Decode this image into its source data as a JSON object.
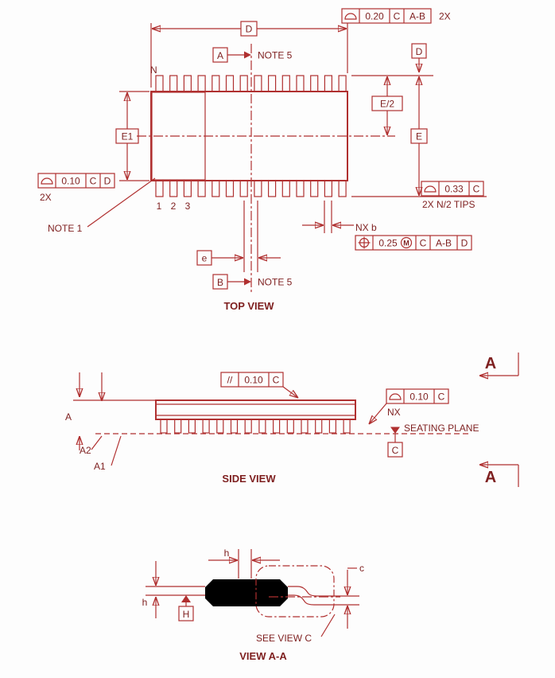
{
  "colors": {
    "line": "#b03030",
    "text": "#7e1f1f"
  },
  "top": {
    "title": "TOP VIEW",
    "n": "N",
    "pins": [
      "1",
      "2",
      "3"
    ],
    "note1": "NOTE 1",
    "note5a": "NOTE 5",
    "note5b": "NOTE 5",
    "dimD": "D",
    "datumA": "A",
    "datumB": "B",
    "datumD": "D",
    "e1": "E1",
    "eHalf": "E/2",
    "E": "E",
    "e": "e",
    "nxb": "NX b",
    "fcfTop": {
      "sym": "profile-of-surface",
      "tol": "0.20",
      "d1": "C",
      "d2": "A-B",
      "qty": "2X"
    },
    "fcfLeft": {
      "sym": "profile-of-surface",
      "tol": "0.10",
      "d1": "C",
      "d2": "D",
      "qty": "2X"
    },
    "fcfTips": {
      "sym": "profile-of-surface",
      "tol": "0.33",
      "d1": "C",
      "qty": "2X N/2 TIPS"
    },
    "fcfPos": {
      "sym": "true-position",
      "tol": "0.25",
      "mod": "M",
      "d1": "C",
      "d2": "A-B",
      "d3": "D"
    }
  },
  "side": {
    "title": "SIDE VIEW",
    "fcfPar": {
      "sym": "//",
      "tol": "0.10",
      "d1": "C"
    },
    "fcfProf": {
      "sym": "profile-of-surface",
      "tol": "0.10",
      "d1": "C",
      "qty": "NX"
    },
    "A": "A",
    "A2": "A2",
    "A1": "A1",
    "seating": "SEATING PLANE",
    "datumC": "C",
    "secTop": "A",
    "secBottom": "A"
  },
  "aa": {
    "title": "VIEW A-A",
    "hTop": "h",
    "hLeft": "h",
    "c": "c",
    "datumH": "H",
    "seeViewC": "SEE VIEW C"
  }
}
